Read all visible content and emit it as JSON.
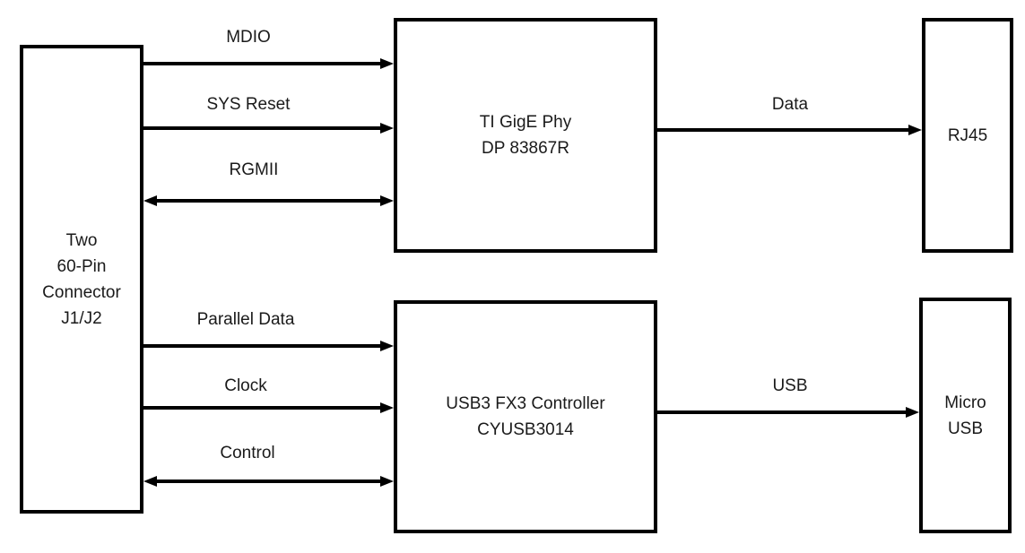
{
  "diagram": {
    "background_color": "#ffffff",
    "line_color": "#000000",
    "text_color": "#1a1a1a",
    "blocks": {
      "connector": {
        "label": "Two\n60-Pin\nConnector\nJ1/J2"
      },
      "phy": {
        "label": "TI GigE Phy\nDP 83867R"
      },
      "fx3": {
        "label": "USB3 FX3 Controller\nCYUSB3014"
      },
      "rj45": {
        "label": "RJ45"
      },
      "microusb": {
        "label": "Micro\nUSB"
      }
    },
    "connections": [
      {
        "label": "MDIO",
        "from": "connector",
        "to": "phy",
        "direction": "right"
      },
      {
        "label": "SYS Reset",
        "from": "connector",
        "to": "phy",
        "direction": "right"
      },
      {
        "label": "RGMII",
        "from": "connector",
        "to": "phy",
        "direction": "both"
      },
      {
        "label": "Data",
        "from": "phy",
        "to": "rj45",
        "direction": "right"
      },
      {
        "label": "Parallel Data",
        "from": "connector",
        "to": "fx3",
        "direction": "right"
      },
      {
        "label": "Clock",
        "from": "connector",
        "to": "fx3",
        "direction": "right"
      },
      {
        "label": "Control",
        "from": "connector",
        "to": "fx3",
        "direction": "both"
      },
      {
        "label": "USB",
        "from": "fx3",
        "to": "microusb",
        "direction": "right"
      }
    ]
  }
}
